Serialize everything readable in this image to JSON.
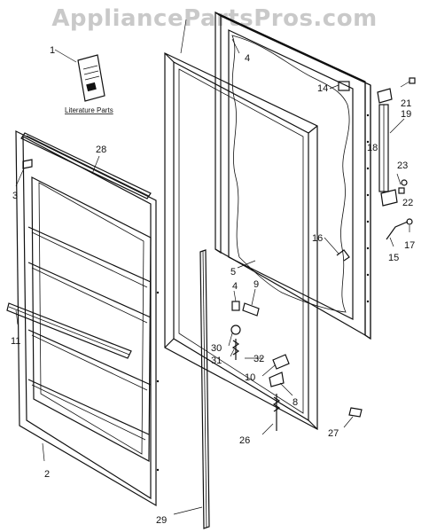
{
  "watermark": "AppliancePartsPros.com",
  "literature_label": "Literature Parts",
  "callouts": {
    "c1": "1",
    "c2": "2",
    "c3": "3",
    "c4a": "4",
    "c4b": "4",
    "c5": "5",
    "c8": "8",
    "c9": "9",
    "c10": "10",
    "c11": "11",
    "c14": "14",
    "c15": "15",
    "c16": "16",
    "c17": "17",
    "c18": "18",
    "c19": "19",
    "c21": "21",
    "c22": "22",
    "c23": "23",
    "c26": "26",
    "c27": "27",
    "c28": "28",
    "c29": "29",
    "c30": "30",
    "c31": "31",
    "c32": "32"
  }
}
